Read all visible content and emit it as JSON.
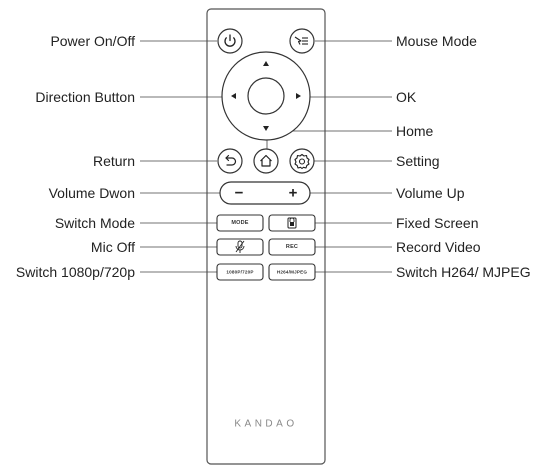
{
  "labels_left": [
    {
      "key": "power",
      "text": "Power On/Off"
    },
    {
      "key": "direction",
      "text": "Direction Button"
    },
    {
      "key": "return",
      "text": "Return"
    },
    {
      "key": "volume_down",
      "text": "Volume Dwon"
    },
    {
      "key": "switch_mode",
      "text": "Switch Mode"
    },
    {
      "key": "mic_off",
      "text": "Mic Off"
    },
    {
      "key": "switch_res",
      "text": "Switch 1080p/720p"
    }
  ],
  "labels_right": [
    {
      "key": "mouse_mode",
      "text": "Mouse Mode"
    },
    {
      "key": "ok",
      "text": "OK"
    },
    {
      "key": "home",
      "text": "Home"
    },
    {
      "key": "setting",
      "text": "Setting"
    },
    {
      "key": "volume_up",
      "text": "Volume Up"
    },
    {
      "key": "fixed_screen",
      "text": "Fixed Screen"
    },
    {
      "key": "record_video",
      "text": "Record Video"
    },
    {
      "key": "switch_codec",
      "text": "Switch H264/ MJPEG"
    }
  ],
  "buttons": {
    "mode": "MODE",
    "rec": "REC",
    "res": "1080P/720P",
    "codec": "H264/MJPEG",
    "vol_minus": "−",
    "vol_plus": "+"
  },
  "brand": "KANDAO",
  "icons": [
    "power-icon",
    "mouse-mode-icon",
    "return-icon",
    "home-icon",
    "setting-icon",
    "lock-icon",
    "mic-off-icon",
    "arrow-up-icon",
    "arrow-down-icon",
    "arrow-left-icon",
    "arrow-right-icon"
  ],
  "colors": {
    "outline": "#333333",
    "line": "#444444",
    "text": "#222222",
    "brand": "#888888"
  }
}
